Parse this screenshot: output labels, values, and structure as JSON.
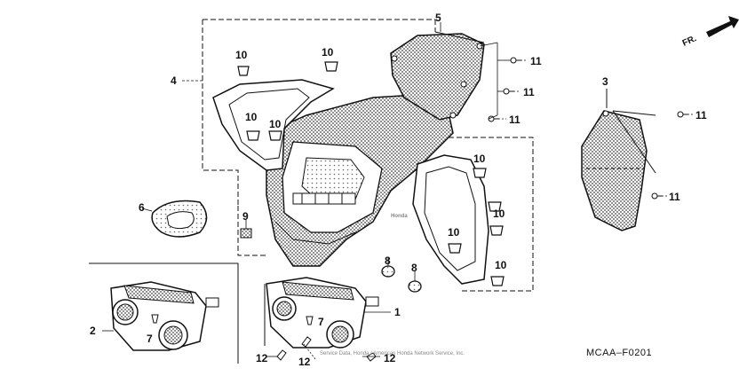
{
  "diagram": {
    "callouts": {
      "c1": "1",
      "c2": "2",
      "c3": "3",
      "c4": "4",
      "c5": "5",
      "c6": "6",
      "c7a": "7",
      "c7b": "7",
      "c8a": "8",
      "c8b": "8",
      "c9": "9",
      "c10a": "10",
      "c10b": "10",
      "c10c": "10",
      "c10d": "10",
      "c10e": "10",
      "c10f": "10",
      "c10g": "10",
      "c10h": "10",
      "c11a": "11",
      "c11b": "11",
      "c11c": "11",
      "c11d": "11",
      "c11e": "11",
      "c12a": "12",
      "c12b": "12",
      "c12c": "12"
    },
    "direction_label": "FR.",
    "figure_code": "MCAA–F0201",
    "watermark": "Honda",
    "copyright_line": "Service Data, Honda / American Honda Network Service, Inc."
  },
  "colors": {
    "line": "#111111",
    "hatch": "#555555",
    "background": "#ffffff"
  }
}
